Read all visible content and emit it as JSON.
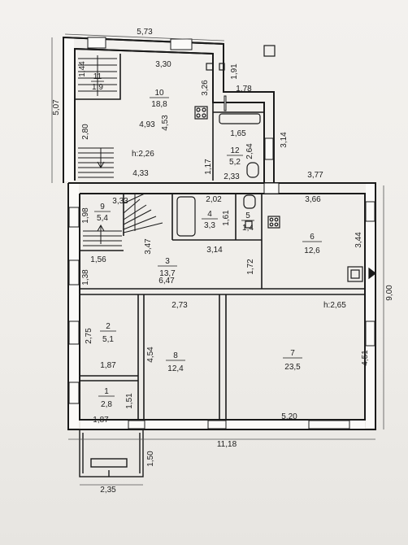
{
  "plan": {
    "ceiling_height_upper": "h:2,26",
    "ceiling_height_lower": "h:2,65",
    "rooms": [
      {
        "number": "1",
        "area": "2,8"
      },
      {
        "number": "2",
        "area": "5,1"
      },
      {
        "number": "3",
        "area": "13,7"
      },
      {
        "number": "4",
        "area": "3,3"
      },
      {
        "number": "5",
        "area": "1,4"
      },
      {
        "number": "6",
        "area": "12,6"
      },
      {
        "number": "7",
        "area": "23,5"
      },
      {
        "number": "8",
        "area": "12,4"
      },
      {
        "number": "9",
        "area": "5,4"
      },
      {
        "number": "10",
        "area": "18,8"
      },
      {
        "number": "11",
        "area": "1,9"
      },
      {
        "number": "12",
        "area": "5,2"
      }
    ],
    "dimensions": {
      "top_5_73": "5,73",
      "d_3_30": "3,30",
      "d_1_91": "1,91",
      "d_1_78": "1,78",
      "d_5_07": "5,07",
      "d_1_44": "1,44",
      "d_3_26": "3,26",
      "d_4_93": "4,93",
      "d_4_53": "4,53",
      "d_1_65": "1,65",
      "d_2_64": "2,64",
      "d_3_14_right": "3,14",
      "d_2_80": "2,80",
      "d_1_17": "1,17",
      "d_4_33": "4,33",
      "d_2_33": "2,33",
      "d_3_77": "3,77",
      "d_3_33": "3,33",
      "d_2_02": "2,02",
      "d_3_66": "3,66",
      "d_1_98": "1,98",
      "d_1_61": "1,61",
      "d_3_44": "3,44",
      "d_3_47": "3,47",
      "d_3_14_mid": "3,14",
      "d_1_56": "1,56",
      "d_1_72": "1,72",
      "d_1_38": "1,38",
      "d_6_47": "6,47",
      "d_9_00": "9,00",
      "d_2_73": "2,73",
      "d_2_75": "2,75",
      "d_4_54": "4,54",
      "d_4_51": "4,51",
      "d_1_87_upper": "1,87",
      "d_1_51": "1,51",
      "d_1_87_lower": "1,87",
      "d_5_20": "5,20",
      "d_11_18": "11,18",
      "d_1_50": "1,50",
      "d_2_35": "2,35"
    }
  }
}
